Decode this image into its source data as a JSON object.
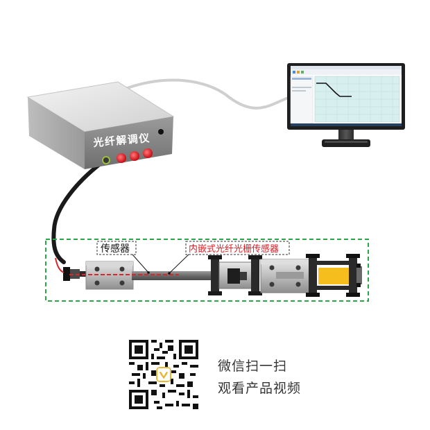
{
  "demodulator": {
    "label": "光纤解调仪"
  },
  "labels": {
    "sensor": "传感器",
    "embedded_sensor": "内嵌式光纤光栅传感器"
  },
  "qr": {
    "line1": "微信扫一扫",
    "line2": "观看产品视频"
  },
  "colors": {
    "dashed_frame": "#27a844",
    "fiber": "#d9262a",
    "button": "#e3141c",
    "screen_plot": "#d8efef",
    "yellow_block": "#f5be1c"
  }
}
